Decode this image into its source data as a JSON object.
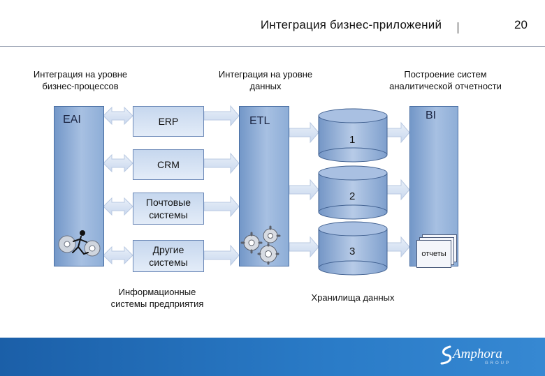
{
  "header": {
    "title": "Интеграция бизнес-приложений",
    "page_number": "20"
  },
  "captions": {
    "business_process": [
      "Интеграция на уровне",
      "бизнес-процессов"
    ],
    "data_level": [
      "Интеграция на уровне",
      "данных"
    ],
    "analytics": [
      "Построение систем",
      "аналитической отчетности"
    ],
    "enterprise_systems": [
      "Информационные",
      "системы предприятия"
    ],
    "data_warehouses": "Хранилища данных"
  },
  "columns": {
    "eai": "EAI",
    "etl": "ETL",
    "bi": "BI"
  },
  "systems": {
    "erp": "ERP",
    "crm": "CRM",
    "mail": [
      "Почтовые",
      "системы"
    ],
    "other": [
      "Другие",
      "системы"
    ]
  },
  "warehouses": [
    "1",
    "2",
    "3"
  ],
  "reports_label": "отчеты",
  "brand": {
    "name": "Amphora",
    "sub": "GROUP"
  },
  "colors": {
    "column_blue": "#8eaed7",
    "system_box": "#d6e3f4",
    "arrow_fill": "#dfe8f5",
    "cylinder": "#8eaed7",
    "footer": "#2a7bc7"
  }
}
